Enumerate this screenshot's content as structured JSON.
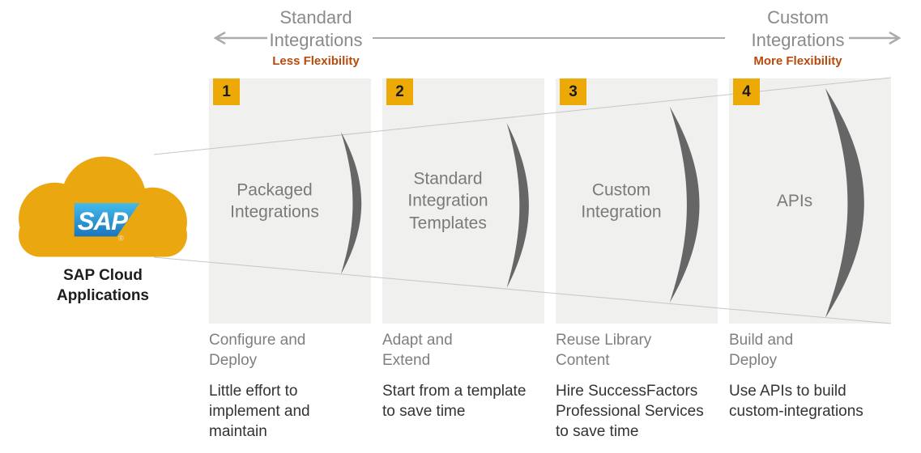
{
  "header": {
    "left": {
      "title": "Standard\nIntegrations",
      "subtitle": "Less Flexibility"
    },
    "right": {
      "title": "Custom\nIntegrations",
      "subtitle": "More Flexibility"
    }
  },
  "source": {
    "logo_text": "SAP",
    "registered_mark": "®",
    "label": "SAP Cloud\nApplications"
  },
  "columns": [
    {
      "number": "1",
      "title": "Packaged\nIntegrations",
      "caption_title": "Configure and\nDeploy",
      "caption_body": "Little effort to\nimplement and\nmaintain"
    },
    {
      "number": "2",
      "title": "Standard\nIntegration\nTemplates",
      "caption_title": "Adapt and\nExtend",
      "caption_body": "Start from a template\nto save time"
    },
    {
      "number": "3",
      "title": "Custom\nIntegration",
      "caption_title": "Reuse Library\nContent",
      "caption_body": "Hire SuccessFactors\nProfessional Services\nto save time"
    },
    {
      "number": "4",
      "title": "APIs",
      "caption_title": "Build and\nDeploy",
      "caption_body": "Use APIs to build\ncustom-integrations"
    }
  ],
  "icons": {
    "left_arrow": "←",
    "right_arrow": "→",
    "cloud": "cloud",
    "arc": ")"
  },
  "colors": {
    "accent_gold": "#EDAA07",
    "flexibility_text": "#B84A0D",
    "column_bg": "#F0F0EE",
    "arc_gray": "#666666",
    "axis_gray": "#ABABAB",
    "title_gray": "#7A7A7A",
    "body_text": "#333333",
    "sap_blue_top": "#45BCEA",
    "sap_blue_bottom": "#1B75BC"
  }
}
